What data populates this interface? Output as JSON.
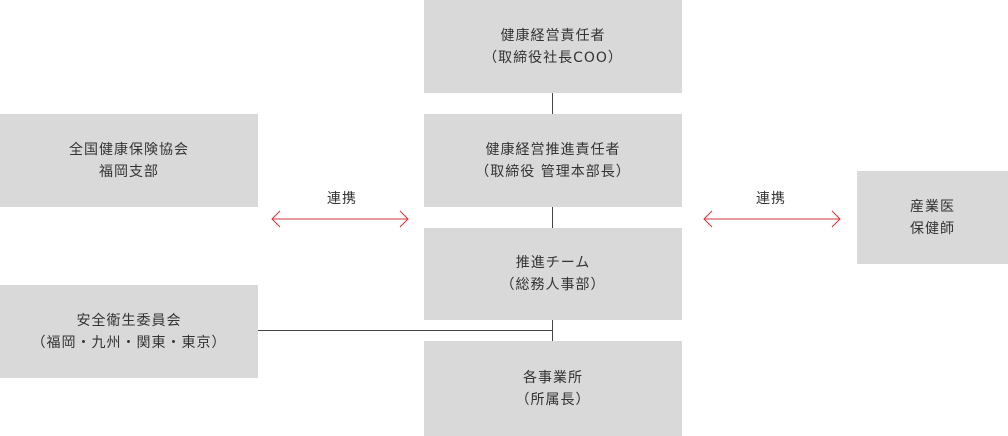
{
  "colors": {
    "box_fill": "#d9d9d9",
    "line": "#444444",
    "arrow": "#d0343c",
    "text": "#333333"
  },
  "nodes": {
    "health_officer": {
      "line1": "健康経営責任者",
      "line2": "（取締役社長COO）"
    },
    "promotion_officer": {
      "line1": "健康経営推進責任者",
      "line2": "（取締役 管理本部長）"
    },
    "promotion_team": {
      "line1": "推進チーム",
      "line2": "（総務人事部）"
    },
    "business_offices": {
      "line1": "各事業所",
      "line2": "（所属長）"
    },
    "kyokai_fukuoka": {
      "line1": "全国健康保険協会",
      "line2": "福岡支部"
    },
    "safety_committee": {
      "line1": "安全衛生委員会",
      "line2": "（福岡・九州・関東・東京）"
    },
    "occupational_health": {
      "line1": "産業医",
      "line2": "保健師"
    }
  },
  "links": {
    "left_label": "連携",
    "right_label": "連携"
  }
}
